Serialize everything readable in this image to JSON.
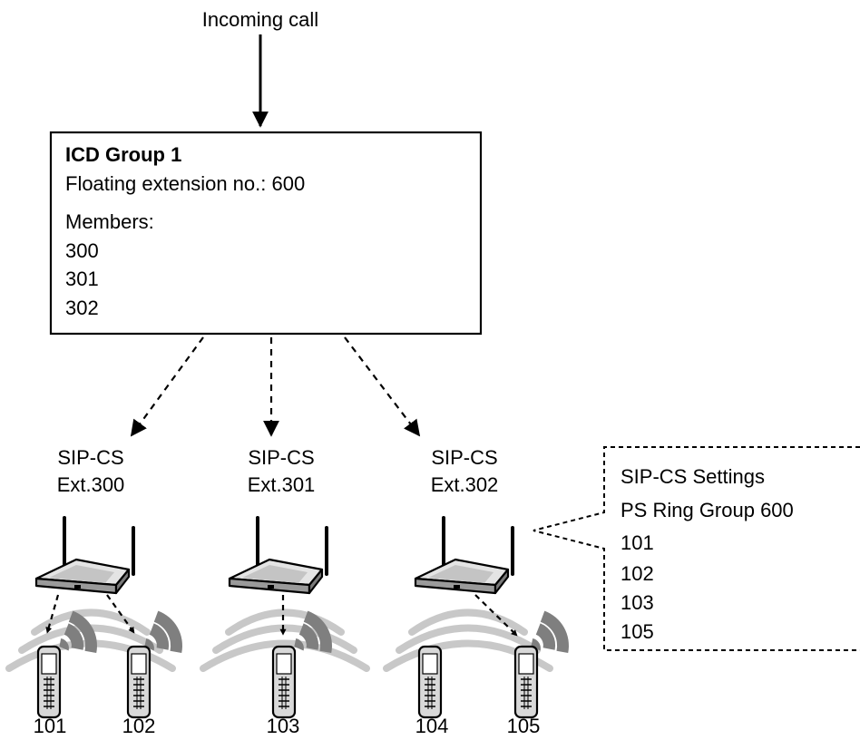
{
  "incoming_label": "Incoming call",
  "icd_group": {
    "title": "ICD Group 1",
    "floating": "Floating extension no.: 600",
    "members_label": "Members:",
    "members": [
      "300",
      "301",
      "302"
    ]
  },
  "stations": [
    {
      "line1": "SIP-CS",
      "line2": "Ext.300"
    },
    {
      "line1": "SIP-CS",
      "line2": "Ext.301"
    },
    {
      "line1": "SIP-CS",
      "line2": "Ext.302"
    }
  ],
  "settings": {
    "title": "SIP-CS Settings",
    "group": "PS Ring Group 600",
    "members": [
      "101",
      "102",
      "103",
      "105"
    ]
  },
  "handsets": [
    "101",
    "102",
    "103",
    "104",
    "105"
  ],
  "colors": {
    "line": "#000000",
    "base_fill": "#d6d6d6",
    "base_dark": "#8c8c8c",
    "wave": "#c8c8c8",
    "ring": "#7f7f7f"
  }
}
